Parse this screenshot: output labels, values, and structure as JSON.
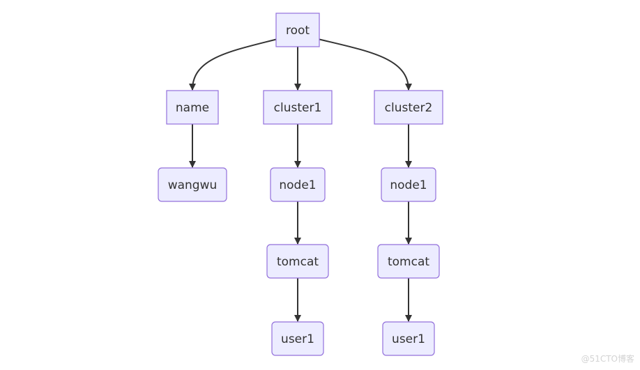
{
  "diagram": {
    "type": "flowchart-tree",
    "colors": {
      "node_fill": "#ECECFF",
      "node_stroke": "#9370DB",
      "edge": "#333333",
      "text": "#333333"
    },
    "nodes": {
      "root": {
        "label": "root",
        "shape": "rect"
      },
      "name": {
        "label": "name",
        "shape": "rect"
      },
      "cluster1": {
        "label": "cluster1",
        "shape": "rect"
      },
      "cluster2": {
        "label": "cluster2",
        "shape": "rect"
      },
      "wangwu": {
        "label": "wangwu",
        "shape": "rounded"
      },
      "node1_c1": {
        "label": "node1",
        "shape": "rounded"
      },
      "node1_c2": {
        "label": "node1",
        "shape": "rounded"
      },
      "tomcat_c1": {
        "label": "tomcat",
        "shape": "rounded"
      },
      "tomcat_c2": {
        "label": "tomcat",
        "shape": "rounded"
      },
      "user1_c1": {
        "label": "user1",
        "shape": "rounded"
      },
      "user1_c2": {
        "label": "user1",
        "shape": "rounded"
      }
    },
    "edges": [
      [
        "root",
        "name"
      ],
      [
        "root",
        "cluster1"
      ],
      [
        "root",
        "cluster2"
      ],
      [
        "name",
        "wangwu"
      ],
      [
        "cluster1",
        "node1_c1"
      ],
      [
        "node1_c1",
        "tomcat_c1"
      ],
      [
        "tomcat_c1",
        "user1_c1"
      ],
      [
        "cluster2",
        "node1_c2"
      ],
      [
        "node1_c2",
        "tomcat_c2"
      ],
      [
        "tomcat_c2",
        "user1_c2"
      ]
    ]
  },
  "watermark": "@51CTO博客"
}
